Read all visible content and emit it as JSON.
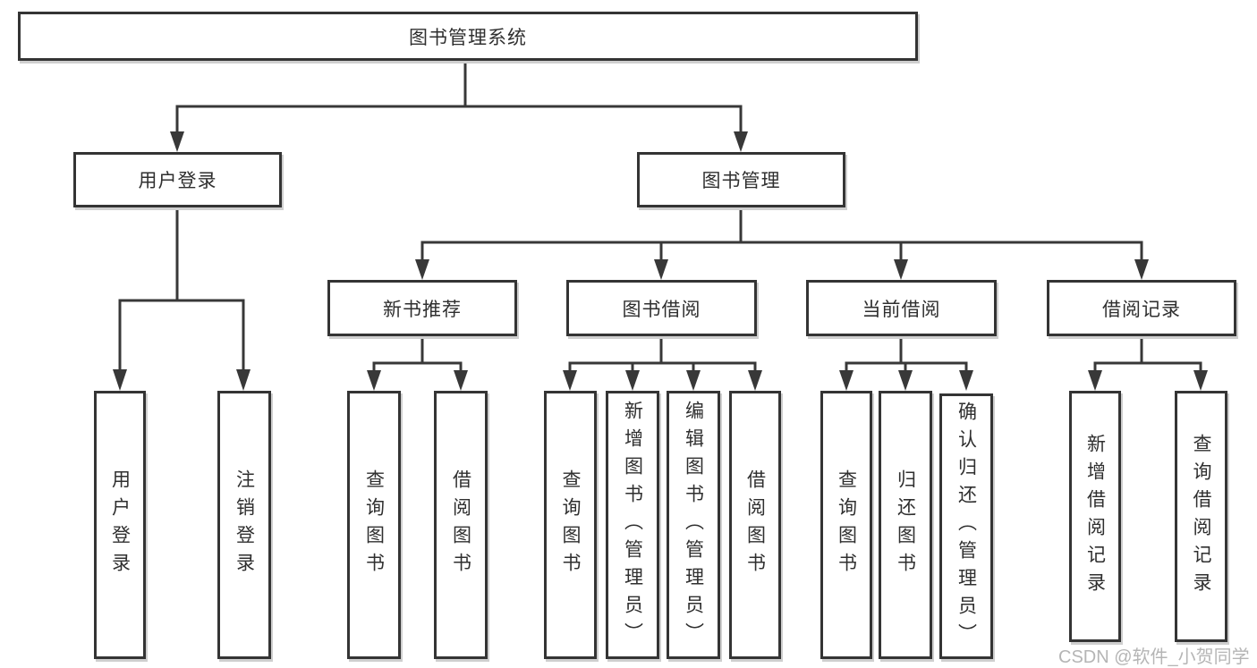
{
  "diagram": {
    "type": "function-module-tree",
    "colors": {
      "background": "#ffffff",
      "line": "#383838",
      "box_border": "#343434",
      "text": "#2f2f2f",
      "watermark": "#b5b5b5"
    },
    "nodes": {
      "root": "图书管理系统",
      "user_login": "用户登录",
      "book_mgmt": "图书管理",
      "new_book_rec": "新书推荐",
      "book_borrow": "图书借阅",
      "current_borrow": "当前借阅",
      "borrow_record": "借阅记录",
      "ul_user_login": "用户登录",
      "ul_logout": "注销登录",
      "nbr_query_book": "查询图书",
      "nbr_borrow_book": "借阅图书",
      "bb_query_book": "查询图书",
      "bb_add_book": "新增图书（管理员）",
      "bb_edit_book": "编辑图书（管理员）",
      "bb_borrow_book": "借阅图书",
      "cb_query_book": "查询图书",
      "cb_return_book": "归还图书",
      "cb_confirm_return": "确认归还（管理员）",
      "br_add_record": "新增借阅记录",
      "br_query_record": "查询借阅记录"
    },
    "tree": {
      "图书管理系统": {
        "用户登录": [
          "用户登录",
          "注销登录"
        ],
        "图书管理": {
          "新书推荐": [
            "查询图书",
            "借阅图书"
          ],
          "图书借阅": [
            "查询图书",
            "新增图书（管理员）",
            "编辑图书（管理员）",
            "借阅图书"
          ],
          "当前借阅": [
            "查询图书",
            "归还图书",
            "确认归还（管理员）"
          ],
          "借阅记录": [
            "新增借阅记录",
            "查询借阅记录"
          ]
        }
      }
    },
    "watermark": "CSDN @软件_小贺同学"
  }
}
